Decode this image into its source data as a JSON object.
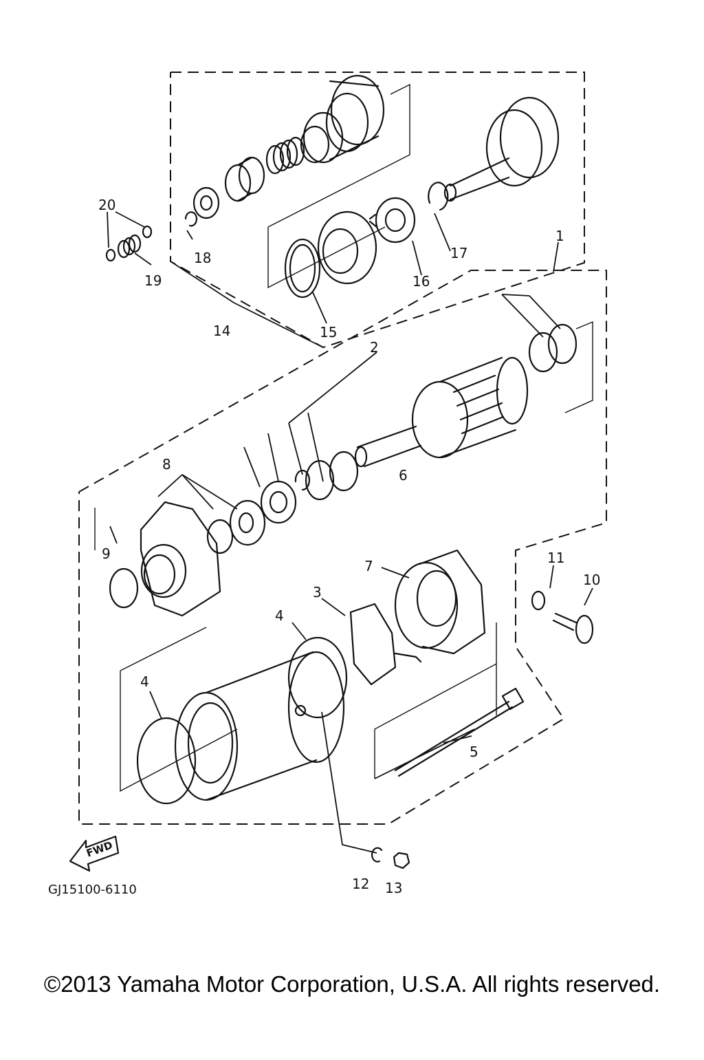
{
  "diagram": {
    "callouts": {
      "c1": "1",
      "c2": "2",
      "c3": "3",
      "c4a": "4",
      "c4b": "4",
      "c5": "5",
      "c6": "6",
      "c7": "7",
      "c8": "8",
      "c9": "9",
      "c10": "10",
      "c11": "11",
      "c12": "12",
      "c13": "13",
      "c14": "14",
      "c15": "15",
      "c16": "16",
      "c17": "17",
      "c18": "18",
      "c19": "19",
      "c20": "20"
    },
    "fwd_label": "FWD",
    "drawing_code": "GJ15100-6110"
  },
  "footer": {
    "copyright": "©2013 Yamaha Motor Corporation, U.S.A. All rights reserved."
  }
}
